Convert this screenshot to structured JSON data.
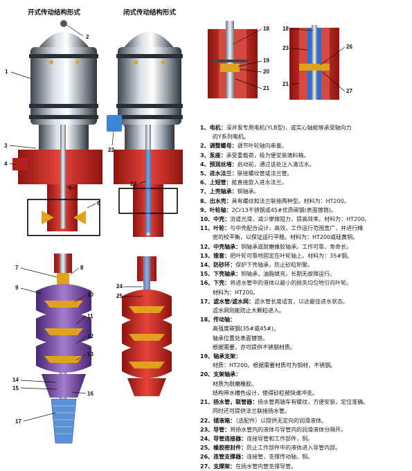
{
  "titles": {
    "open": "开式传动结构形式",
    "closed": "闭式传动结构形式"
  },
  "callouts": {
    "c1": "1",
    "c2": "2",
    "c3": "3",
    "c4": "4",
    "c5": "5",
    "c6": "6",
    "c7": "7",
    "c8": "8",
    "c9": "9",
    "c10": "10",
    "c11": "11",
    "c12": "12",
    "c13": "13",
    "c14": "14",
    "c15": "15",
    "c16": "16",
    "c17": "17",
    "c18a": "18",
    "c19": "19",
    "c20": "20",
    "c21a": "21",
    "c18b": "18",
    "c23": "23",
    "c26": "26",
    "c21b": "21",
    "c27": "27",
    "c22": "22",
    "c24": "24",
    "c25": "25"
  },
  "legend": [
    {
      "n": "1、",
      "name": "电机：",
      "text": "深井泵专用电机(YLB型)，或实心轴能够承受轴向力",
      "cont": [
        "的Y系列电机。"
      ]
    },
    {
      "n": "2、",
      "name": "调整螺母：",
      "text": "调节叶轮轴向串量。",
      "cont": []
    },
    {
      "n": "3、",
      "name": "泵座：",
      "text": "承受重载荷，极为便安装填料箱。",
      "cont": []
    },
    {
      "n": "4、",
      "name": "预润丝堵：",
      "text": "启动前，通过该处注入清洁水。",
      "cont": []
    },
    {
      "n": "5、",
      "name": "进水法兰：",
      "text": "联接螺纹管或法兰管。",
      "cont": []
    },
    {
      "n": "6、",
      "name": "上短管：",
      "text": "能直接旋入进水法兰。",
      "cont": []
    },
    {
      "n": "7、",
      "name": "上壳轴承：",
      "text": "铜轴承。",
      "cont": []
    },
    {
      "n": "8、",
      "name": "出水壳：",
      "text": "具有螺纹和法兰联接两种型。材料为：HT200。",
      "cont": []
    },
    {
      "n": "9、",
      "name": "叶轮轴：",
      "text": "2Cr13不锈钢或45#优质碳钢(表面镀铬)。",
      "cont": []
    },
    {
      "n": "10、",
      "name": "中壳：",
      "text": "流道光滑，减少摩擦阻力，提高效率。材料为：HT200。",
      "cont": []
    },
    {
      "n": "11、",
      "name": "叶轮：",
      "text": "与中壳配合设计，高效，工作运行范围宽广，并进行精",
      "cont": [
        "密的校平衡，以保证运行平稳。材料为：HT200或硅黄铜。"
      ]
    },
    {
      "n": "12、",
      "name": "中壳轴承：",
      "text": "铜轴承或耐磨橡胶轴承。工作可靠，寿命长。",
      "cont": []
    },
    {
      "n": "13、",
      "name": "锥套：",
      "text": "把叶轮可靠地固定在叶轮轴上。材料为：35#钢。",
      "cont": []
    },
    {
      "n": "14、",
      "name": "防砂环：",
      "text": "保护下壳轴承，防止砂粒积聚。",
      "cont": []
    },
    {
      "n": "15、",
      "name": "下壳轴承：",
      "text": "铜轴承，油脂填充，长期无故障运行。",
      "cont": []
    },
    {
      "n": "16、",
      "name": "下壳：",
      "text": "将进水管中的液体以最小的损失均匀地引向叶轮。",
      "cont": [
        "材料为：HT200。"
      ]
    },
    {
      "n": "17、",
      "name": "滤水管/滤水网：",
      "text": "滤水管长度适宜，以达最佳进水状态。",
      "cont": [
        "滤水网则能防止大颗粒进入。"
      ]
    },
    {
      "n": "18、",
      "name": "传动轴：",
      "text": "",
      "cont": [
        "高强度碳钢(35#或45#)，",
        "轴承位置处表面镀铬。",
        "根据需要，亦可提供不锈钢材质。"
      ]
    },
    {
      "n": "19、",
      "name": "轴承支架：",
      "text": "",
      "cont": [
        "材质：HT200。根据需要材质可为铜材，不锈钢。"
      ]
    },
    {
      "n": "20、",
      "name": "支架轴承：",
      "text": "",
      "cont": [
        "材质为耐磨橡胶。",
        "结构带水槽色设计，使得砂粒被快速冲走。"
      ]
    },
    {
      "n": "21、",
      "name": "扬水管，联管器：",
      "text": "扬水管两端车有螺纹，方便安装，定位准确。",
      "cont": [
        "同时还可提供法兰联接扬水管。"
      ]
    },
    {
      "n": "22、",
      "name": "储液箱：",
      "text": "（选配件）以提供无定向的润滑液体。",
      "cont": []
    },
    {
      "n": "23、",
      "name": "导管：",
      "text": "将扬水管内的液体与导管内的润滑液体分隔开。",
      "cont": []
    },
    {
      "n": "24、",
      "name": "导管连接器：",
      "text": "连接导管和工作部件，铜。",
      "cont": []
    },
    {
      "n": "25、",
      "name": "橡胶密封件：",
      "text": "防止工作部件中的液体进入导管内部。",
      "cont": []
    },
    {
      "n": "26、",
      "name": "连管支撑器：",
      "text": "连接管，支撑传动轴，铜。",
      "cont": []
    },
    {
      "n": "27、",
      "name": "支撑架：",
      "text": "在扬水管内管支撑导管。",
      "cont": []
    }
  ],
  "colors": {
    "red": "#c8281e",
    "steel": "#9aa4ae",
    "purple": "#7b4aa8",
    "gold": "#e0a21c",
    "blue": "#2f6fd0",
    "tank": "#3b86d6"
  }
}
